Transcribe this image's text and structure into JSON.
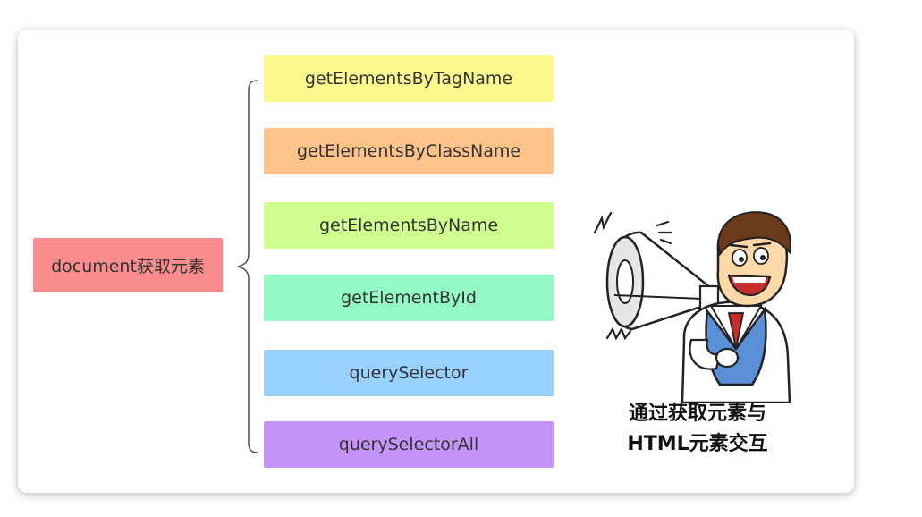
{
  "root": {
    "label": "document获取元素"
  },
  "methods": [
    {
      "label": "getElementsByTagName",
      "color": "#fcfa8e"
    },
    {
      "label": "getElementsByClassName",
      "color": "#fdc38b"
    },
    {
      "label": "getElementsByName",
      "color": "#ceff8f"
    },
    {
      "label": "getElementById",
      "color": "#94fac5"
    },
    {
      "label": "querySelector",
      "color": "#98d0ff"
    },
    {
      "label": "querySelectorAll",
      "color": "#c594f9"
    }
  ],
  "illustration": {
    "icon": "megaphone-man-icon",
    "caption_line1": "通过获取元素与",
    "caption_line2": "HTML元素交互"
  }
}
